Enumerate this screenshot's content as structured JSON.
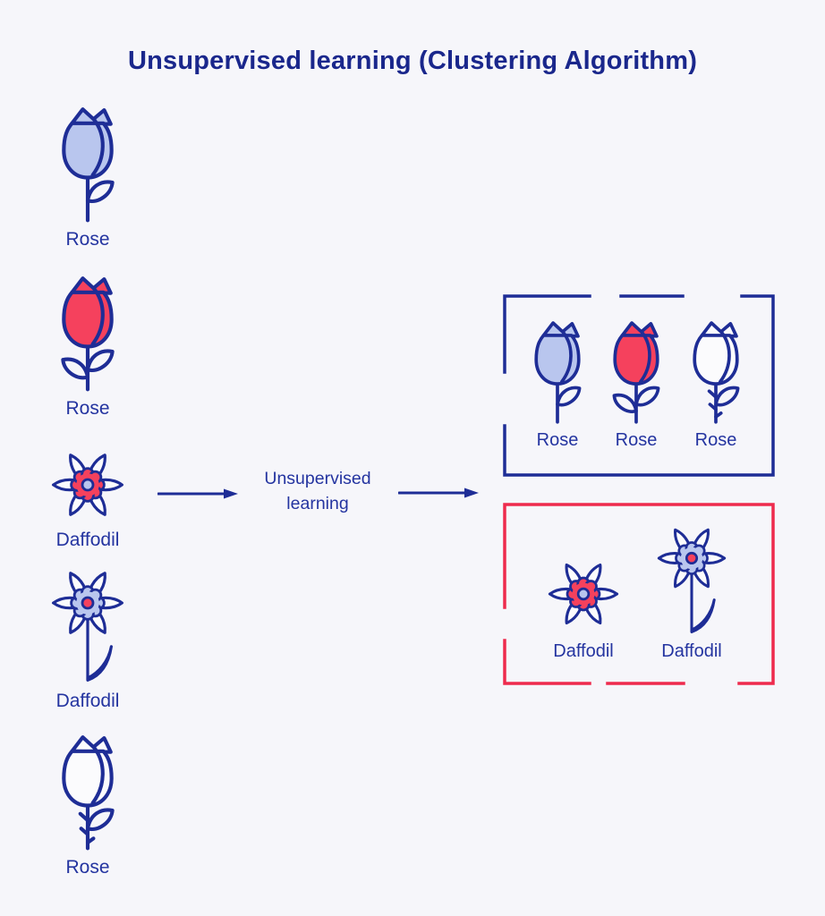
{
  "title": "Unsupervised learning (Clustering Algorithm)",
  "process": {
    "line1": "Unsupervised",
    "line2": "learning"
  },
  "input_items": [
    {
      "label": "Rose",
      "variant": "rose-light-blue"
    },
    {
      "label": "Rose",
      "variant": "rose-red"
    },
    {
      "label": "Daffodil",
      "variant": "daffodil-red-center"
    },
    {
      "label": "Daffodil",
      "variant": "daffodil-blue-center-with-stem"
    },
    {
      "label": "Rose",
      "variant": "rose-white-outline"
    }
  ],
  "clusters": [
    {
      "name": "rose-cluster",
      "border_color": "#1e2d96",
      "items": [
        {
          "label": "Rose",
          "variant": "rose-light-blue"
        },
        {
          "label": "Rose",
          "variant": "rose-red"
        },
        {
          "label": "Rose",
          "variant": "rose-white-outline"
        }
      ]
    },
    {
      "name": "daffodil-cluster",
      "border_color": "#ee2b4d",
      "items": [
        {
          "label": "Daffodil",
          "variant": "daffodil-red-center"
        },
        {
          "label": "Daffodil",
          "variant": "daffodil-blue-center-with-stem"
        }
      ]
    }
  ],
  "colors": {
    "background": "#f6f6fa",
    "navy": "#1e2d96",
    "text_navy": "#2434a0",
    "title_navy": "#1a278c",
    "light_blue_fill": "#b9c6ee",
    "red_fill": "#f5415d",
    "red_border": "#ee2b4d",
    "petal_white": "#fbfbfd"
  }
}
